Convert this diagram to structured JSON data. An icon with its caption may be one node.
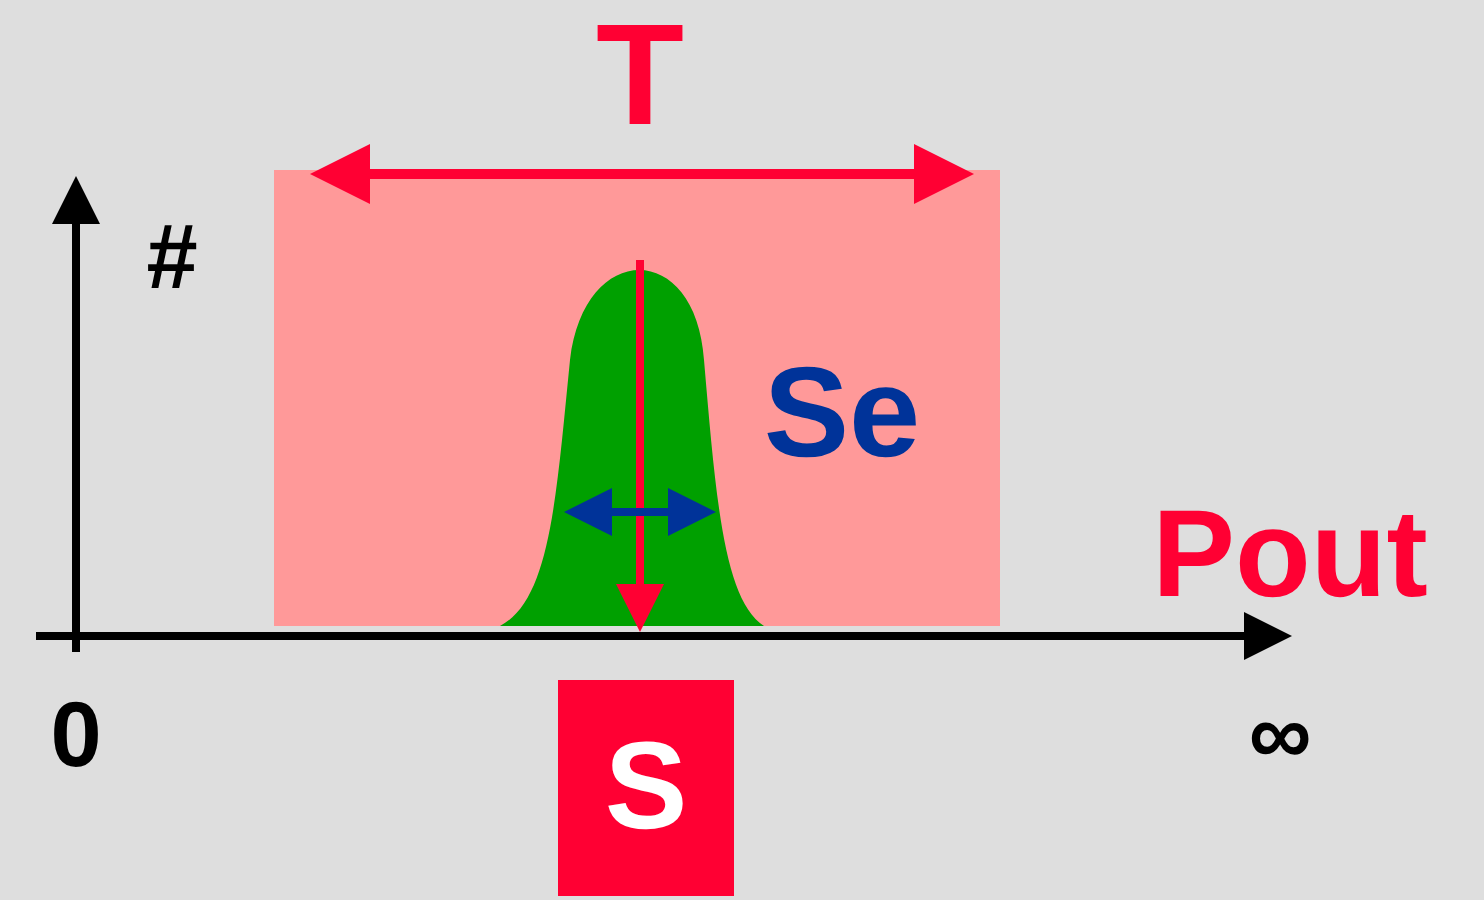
{
  "diagram": {
    "nodes": [
      {
        "text": [
          "S"
        ]
      }
    ],
    "labels": [
      "T",
      "#",
      "Se",
      "Pout",
      "0",
      "∞"
    ]
  }
}
